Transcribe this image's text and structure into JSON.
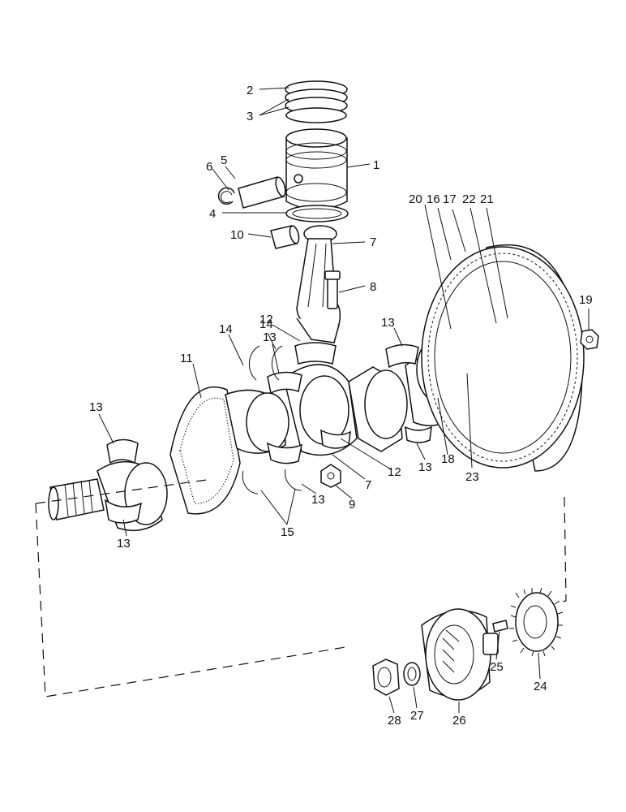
{
  "callouts": {
    "c1": "1",
    "c2": "2",
    "c3": "3",
    "c4": "4",
    "c5": "5",
    "c6": "6",
    "c7": "7",
    "c8": "8",
    "c9": "9",
    "c10": "10",
    "c11": "11",
    "c12": "12",
    "c13": "13",
    "c14": "14",
    "c15": "15",
    "c16": "16",
    "c17": "17",
    "c18": "18",
    "c19": "19",
    "c20": "20",
    "c21": "21",
    "c22": "22",
    "c23": "23",
    "c24": "24",
    "c25": "25",
    "c26": "26",
    "c27": "27",
    "c28": "28"
  },
  "icons": {
    "piston": "piston-icon",
    "crankshaft": "crankshaft-icon",
    "flywheel": "flywheel-icon",
    "gear": "gear-icon"
  }
}
